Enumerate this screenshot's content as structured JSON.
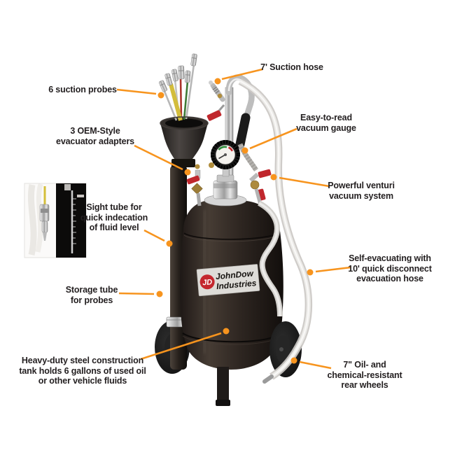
{
  "image": {
    "kind": "product-callout-diagram",
    "subject": "JohnDow Industries 6-gallon fluid evacuator",
    "background": "#FFFFFF"
  },
  "colors": {
    "callout_accent": "#F7941E",
    "callout_text": "#231F20",
    "tank_black": "#1A1412",
    "brand_red": "#C4272E",
    "brand_plate": "#DEDCD8"
  },
  "brand": {
    "badge": "JD",
    "name_line1": "JohnDow",
    "name_line2": "Industries"
  },
  "callouts": [
    {
      "id": "suction-probes",
      "label": "6 suction probes"
    },
    {
      "id": "suction-hose",
      "label": "7' Suction hose"
    },
    {
      "id": "oem-adapters",
      "label": "3 OEM-Style\nevacuator adapters"
    },
    {
      "id": "vacuum-gauge",
      "label": "Easy-to-read\nvacuum gauge"
    },
    {
      "id": "venturi-system",
      "label": "Powerful venturi\nvacuum system"
    },
    {
      "id": "sight-tube",
      "label": "Sight tube for\nquick indecation\nof fluid level"
    },
    {
      "id": "storage-tube",
      "label": "Storage tube\nfor probes"
    },
    {
      "id": "evacuation-hose",
      "label": "Self-evacuating with\n10' quick disconnect\nevacuation hose"
    },
    {
      "id": "steel-tank",
      "label": "Heavy-duty steel construction\ntank holds 6 gallons of used oil\nor other vehicle fluids"
    },
    {
      "id": "rear-wheels",
      "label": "7\" Oil- and\nchemical-resistant\nrear wheels"
    }
  ]
}
